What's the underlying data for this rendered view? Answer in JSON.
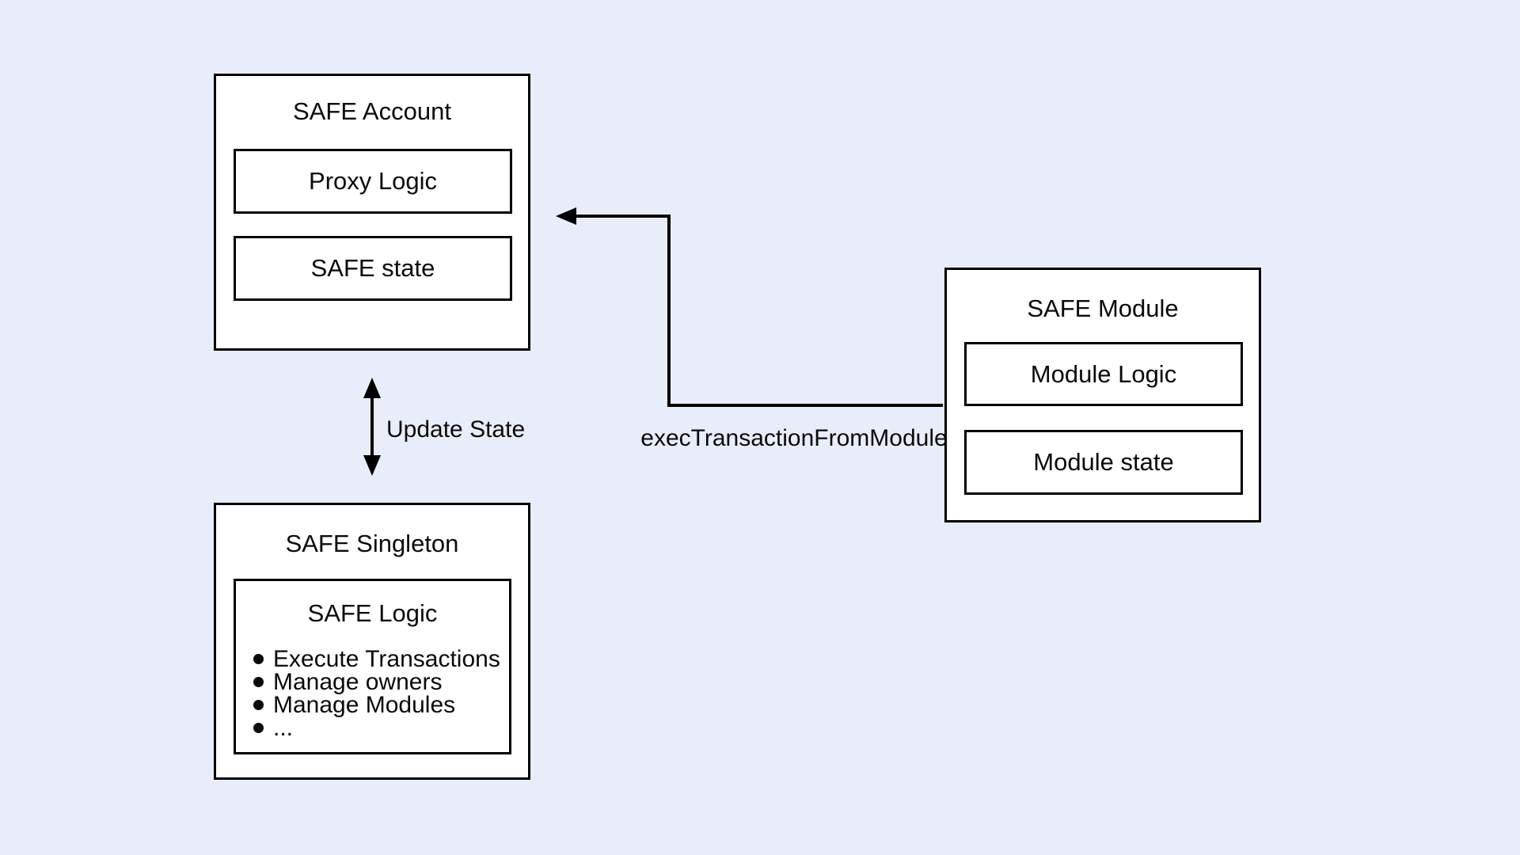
{
  "colors": {
    "bg": "#E9EDF9",
    "box-bg": "#FFFFFF",
    "line": "#000000",
    "text": "#0A0A0A"
  },
  "diagram": {
    "account": {
      "title": "SAFE Account",
      "items": [
        {
          "label": "Proxy Logic"
        },
        {
          "label": "SAFE state"
        }
      ]
    },
    "singleton": {
      "title": "SAFE Singleton",
      "logic": {
        "title": "SAFE Logic",
        "bullets": [
          "Execute Transactions",
          "Manage owners",
          "Manage Modules",
          "..."
        ]
      }
    },
    "module": {
      "title": "SAFE Module",
      "items": [
        {
          "label": "Module Logic"
        },
        {
          "label": "Module state"
        }
      ]
    },
    "arrows": {
      "update_state": {
        "label": "Update State"
      },
      "exec_tx": {
        "label": "execTransactionFromModule"
      }
    }
  }
}
